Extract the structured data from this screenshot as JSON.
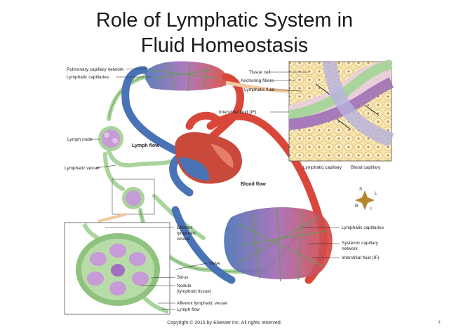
{
  "title_line1": "Role of Lymphatic System in",
  "title_line2": "Fluid Homeostasis",
  "labels": {
    "pulmonary_capillary_network": "Pulmonary capillary network",
    "lymphatic_capillaries_top": "Lymphatic capillaries",
    "lymph_node": "Lymph node",
    "lymph_flow_mid": "Lymph flow",
    "lymphatic_vessel": "Lymphatic vessel",
    "blood_flow": "Blood flow",
    "tissue_cell": "Tissue cell",
    "anchoring_fibers": "Anchoring fibers",
    "lymphatic_fluid": "Lymphatic fluid",
    "interstitial_fluid_top": "Interstitial fluid (IF)",
    "lymphatic_capillary": "Lymphatic capillary",
    "blood_capillary": "Blood capillary",
    "efferent_line1": "Efferent",
    "efferent_line2": "lymphatic",
    "efferent_line3": "vessel",
    "lymphatic_capillaries_right": "Lymphatic capillaries",
    "systemic_line1": "Systemic capillary",
    "systemic_line2": "network",
    "interstitial_fluid_right": "Interstitial fluid (IF)",
    "valve": "Valve",
    "sinus": "Sinus",
    "nodule_line1": "Nodule",
    "nodule_line2": "(lymphoid tissue)",
    "afferent": "Afferent lymphatic vessel",
    "lymph_flow_bottom": "Lymph flow"
  },
  "compass": {
    "s": "S",
    "l": "L",
    "r": "R",
    "i": "I"
  },
  "copyright": "Copyright © 2016 by Elsevier Inc. All rights reserved.",
  "page_number": "7",
  "colors": {
    "artery": "#d9473a",
    "vein": "#4a73b5",
    "lymph": "#a9d49b",
    "lymph_dark": "#5f9a55",
    "capillary_purple": "#9b6bb5",
    "cell_yellow": "#f5e2a6",
    "node_purple": "#c79ad8"
  }
}
